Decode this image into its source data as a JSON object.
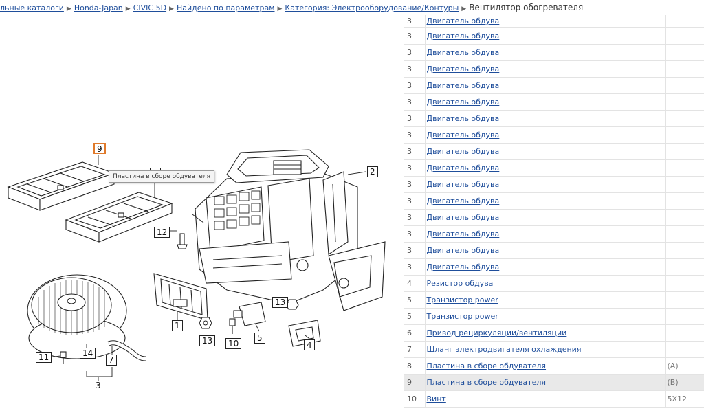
{
  "breadcrumb": {
    "items": [
      "льные каталоги",
      "Honda-Japan",
      "CIVIC 5D",
      "Найдено по параметрам",
      "Категория: Электрооборудование/Контуры"
    ],
    "current": "Вентилятор обогревателя"
  },
  "diagram": {
    "tooltip": "Пластина в сборе обдувателя",
    "callouts": {
      "c1": "1",
      "c2": "2",
      "c3": "3",
      "c4": "4",
      "c5": "5",
      "c7": "7",
      "c8": "8",
      "c9": "9",
      "c10": "10",
      "c11": "11",
      "c12": "12",
      "c13a": "13",
      "c13b": "13",
      "c14": "14"
    }
  },
  "parts": {
    "rows": [
      {
        "num": "3",
        "name": "Двигатель обдува",
        "note": ""
      },
      {
        "num": "3",
        "name": "Двигатель обдува",
        "note": ""
      },
      {
        "num": "3",
        "name": "Двигатель обдува",
        "note": ""
      },
      {
        "num": "3",
        "name": "Двигатель обдува",
        "note": ""
      },
      {
        "num": "3",
        "name": "Двигатель обдува",
        "note": ""
      },
      {
        "num": "3",
        "name": "Двигатель обдува",
        "note": ""
      },
      {
        "num": "3",
        "name": "Двигатель обдува",
        "note": ""
      },
      {
        "num": "3",
        "name": "Двигатель обдува",
        "note": ""
      },
      {
        "num": "3",
        "name": "Двигатель обдува",
        "note": ""
      },
      {
        "num": "3",
        "name": "Двигатель обдува",
        "note": ""
      },
      {
        "num": "3",
        "name": "Двигатель обдува",
        "note": ""
      },
      {
        "num": "3",
        "name": "Двигатель обдува",
        "note": ""
      },
      {
        "num": "3",
        "name": "Двигатель обдува",
        "note": ""
      },
      {
        "num": "3",
        "name": "Двигатель обдува",
        "note": ""
      },
      {
        "num": "3",
        "name": "Двигатель обдува",
        "note": ""
      },
      {
        "num": "3",
        "name": "Двигатель обдува",
        "note": ""
      },
      {
        "num": "4",
        "name": "Резистор обдува",
        "note": ""
      },
      {
        "num": "5",
        "name": "Транзистор power",
        "note": ""
      },
      {
        "num": "5",
        "name": "Транзистор power",
        "note": ""
      },
      {
        "num": "6",
        "name": "Привод рециркуляции/вентиляции",
        "note": ""
      },
      {
        "num": "7",
        "name": "Шланг электродвигателя охлаждения",
        "note": ""
      },
      {
        "num": "8",
        "name": "Пластина в сборе обдувателя",
        "note": "(A)"
      },
      {
        "num": "9",
        "name": "Пластина в сборе обдувателя",
        "note": "(B)"
      },
      {
        "num": "10",
        "name": "Винт",
        "note": "5X12"
      }
    ]
  }
}
